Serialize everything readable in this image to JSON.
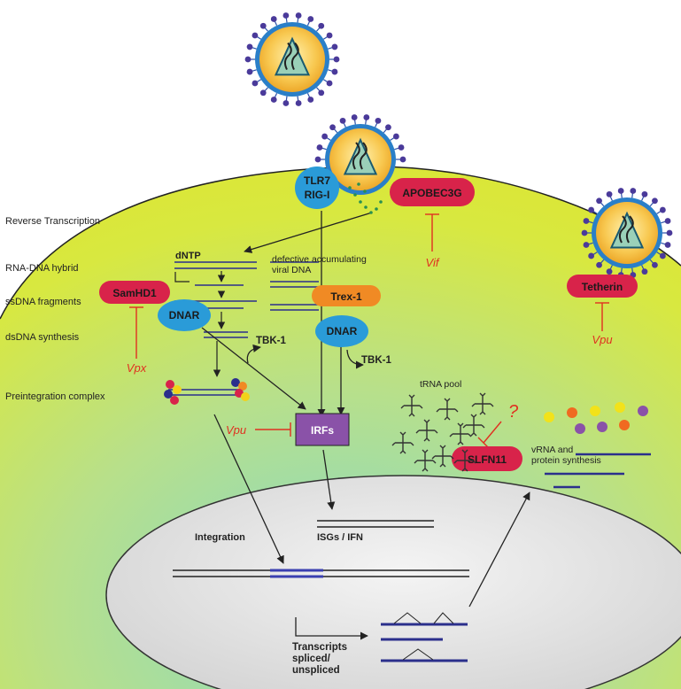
{
  "stages": {
    "reverse_transcription": "Reverse Transcription",
    "rna_dna_hybrid": "RNA-DNA hybrid",
    "ssdna_fragments": "ssDNA fragments",
    "dsdna_synthesis": "dsDNA synthesis",
    "preintegration_complex": "Preintegration complex",
    "integration": "Integration"
  },
  "proteins": {
    "tlr7": "TLR7",
    "rig1": "RIG-I",
    "apobec3g": "APOBEC3G",
    "samhd1": "SamHD1",
    "trex1": "Trex-1",
    "dnar_left": "DNAR",
    "dnar_right": "DNAR",
    "tetherin": "Tetherin",
    "irfs": "IRFs",
    "slfn11": "SLFN11",
    "tbk1_left": "TBK-1",
    "tbk1_right": "TBK-1"
  },
  "viral_inhibitors": {
    "vif": "Vif",
    "vpx": "Vpx",
    "vpu_tetherin": "Vpu",
    "vpu_irfs": "Vpu",
    "unknown": "?"
  },
  "labels": {
    "dntp": "dNTP",
    "defective_line1": "defective accumulating",
    "defective_line2": "viral DNA",
    "trna_pool": "tRNA pool",
    "vrna_line1": "vRNA and",
    "vrna_line2": "protein synthesis",
    "isgs": "ISGs / IFN",
    "transcripts_line1": "Transcripts",
    "transcripts_line2": "spliced/",
    "transcripts_line3": "unspliced"
  },
  "colors": {
    "protein_red": "#d8234a",
    "protein_blue": "#2a9bd8",
    "trex_orange": "#f08a24",
    "irfs_purple": "#8a52a8",
    "inhibitor_red": "#e03020",
    "dna_blue": "#2b2f8c",
    "virus_membrane": "#2a7fc8",
    "virus_core": "#f4b63a"
  }
}
